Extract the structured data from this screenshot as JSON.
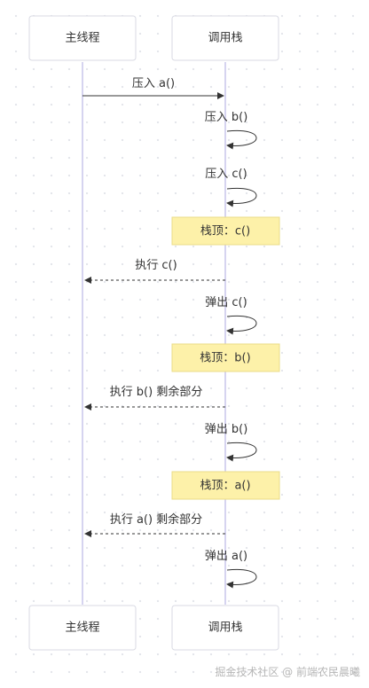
{
  "participants": {
    "main_thread": "主线程",
    "call_stack": "调用栈"
  },
  "messages": {
    "push_a": "压入 a()",
    "push_b": "压入 b()",
    "push_c": "压入 c()",
    "exec_c": "执行 c()",
    "pop_c": "弹出 c()",
    "exec_b_rest": "执行 b() 剩余部分",
    "pop_b": "弹出 b()",
    "exec_a_rest": "执行 a() 剩余部分",
    "pop_a": "弹出 a()"
  },
  "notes": {
    "top_c": "栈顶：c()",
    "top_b": "栈顶：b()",
    "top_a": "栈顶：a()"
  },
  "watermark": "掘金技术社区 @ 前端农民晨曦",
  "colors": {
    "lifeline": "#c9c6ec",
    "note_fill": "#fdf1a9",
    "note_border": "#eadc88",
    "actor_border": "#d9dae3",
    "text": "#333333"
  }
}
